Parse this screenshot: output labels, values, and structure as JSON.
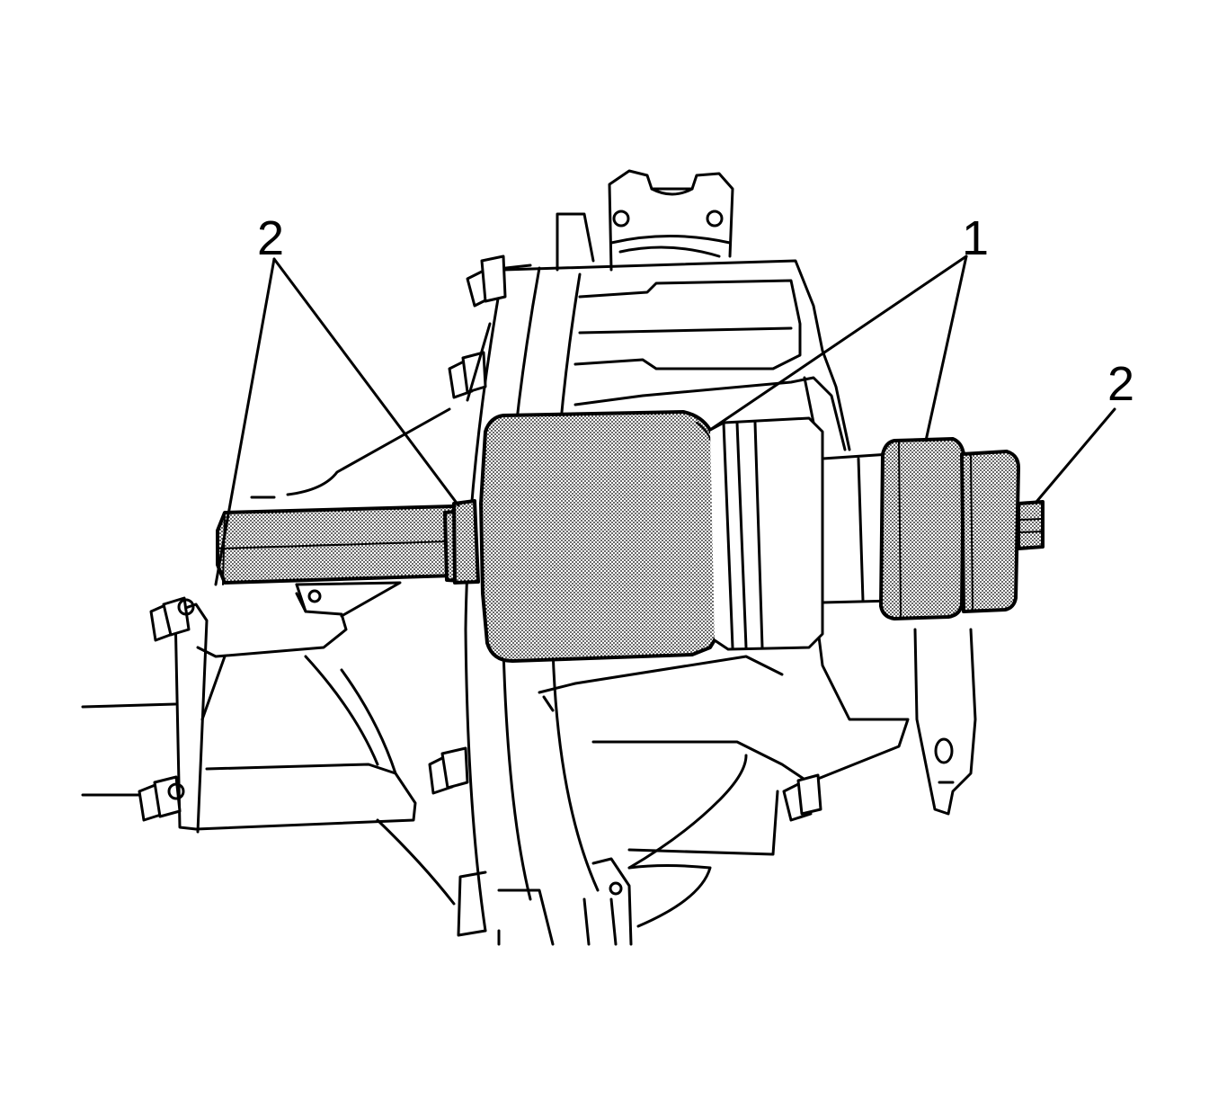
{
  "callouts": {
    "left_2": "2",
    "top_1": "1",
    "right_2": "2"
  },
  "colors": {
    "line": "#000000",
    "background": "#ffffff",
    "tool_fill": "#c8c8c8"
  }
}
